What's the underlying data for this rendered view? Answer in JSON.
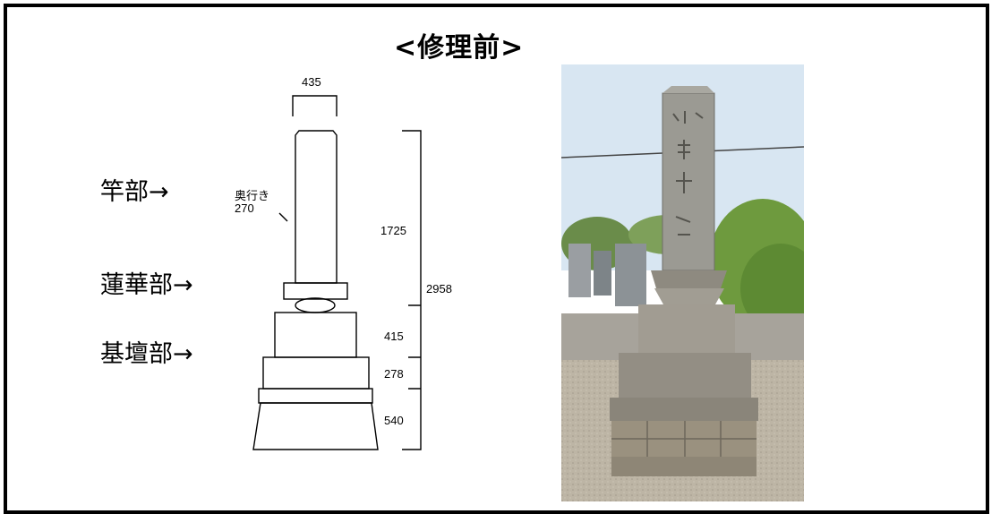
{
  "title": "<修理前>",
  "parts": {
    "kan": "竿部→",
    "renge": "蓮華部→",
    "kidan": "基壇部→"
  },
  "dimensions": {
    "width": "435",
    "depth_label": "奥行き",
    "depth_value": "270",
    "shaft": "1725",
    "total": "2958",
    "tier1": "415",
    "tier2": "278",
    "tier3": "540"
  },
  "photo": {
    "subject": "stone-grave-monument-photo"
  }
}
